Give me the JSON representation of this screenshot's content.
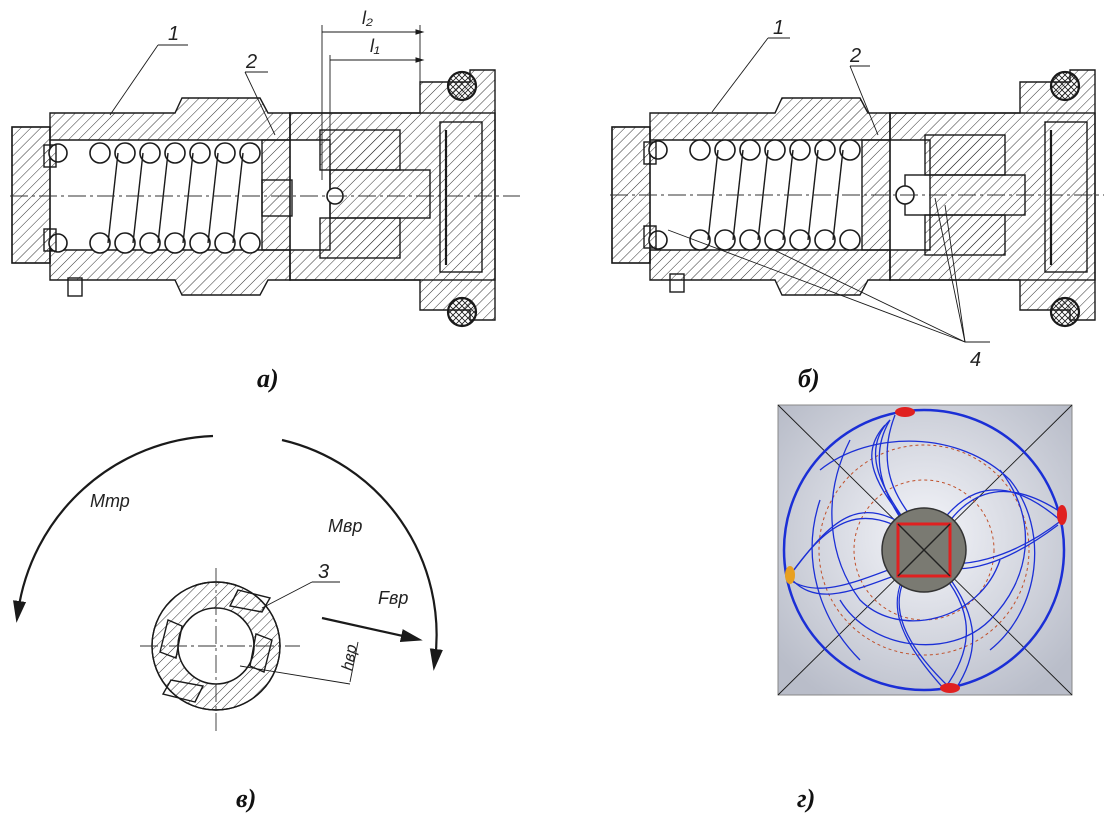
{
  "captions": {
    "a": "а)",
    "b": "б)",
    "v": "в)",
    "g": "г)"
  },
  "drawing_a": {
    "leader_1": "1",
    "leader_2": "2",
    "dim_l2": "l₂",
    "dim_l1": "l₁"
  },
  "drawing_b": {
    "leader_1": "1",
    "leader_2": "2",
    "leader_4": "4"
  },
  "drawing_v": {
    "moment_left": "Mтр",
    "moment_right": "Mвр",
    "force": "Fвр",
    "arm": "hвр",
    "leader_3": "3"
  },
  "colors": {
    "stream_blue": "#1b2fd6",
    "hot_red": "#e02020",
    "hub_gray": "#7a7a72",
    "bg_panel": "#d9dce6"
  }
}
